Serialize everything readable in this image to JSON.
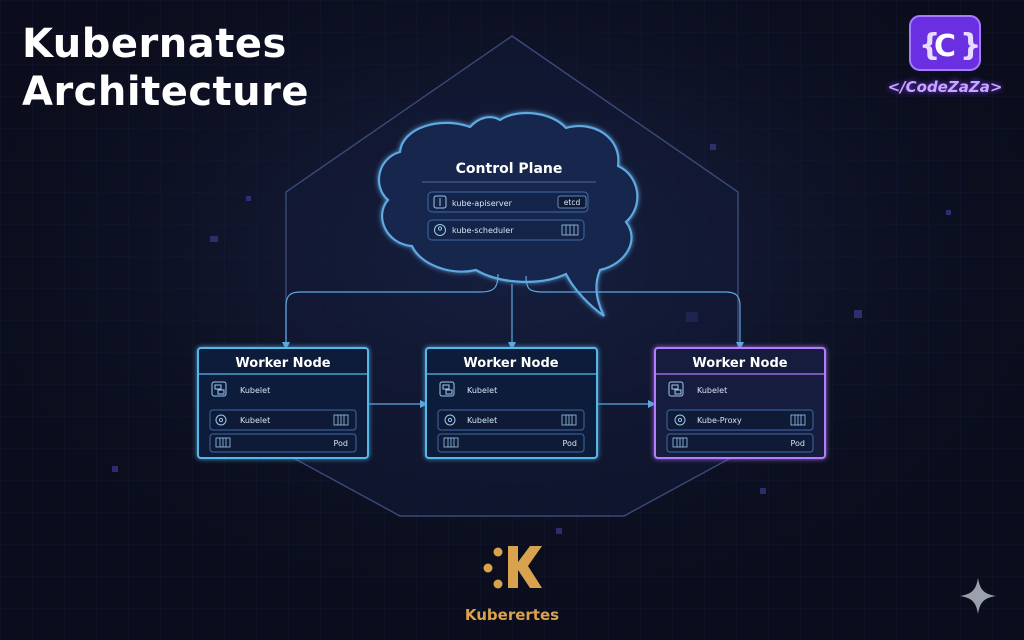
{
  "title_line1": "Kubernates",
  "title_line2": "Architecture",
  "brand": {
    "logo_letter": "C",
    "logo_text": "</CodeZaZa>"
  },
  "control_plane": {
    "title": "Control Plane",
    "row1_label": "kube-apiserver",
    "row1_badge": "etcd",
    "row2_label": "kube-scheduler"
  },
  "worker_nodes": [
    {
      "title": "Worker Node",
      "row1": "Kubelet",
      "row2": "Kubelet",
      "row3": "Pod"
    },
    {
      "title": "Worker Node",
      "row1": "Kubelet",
      "row2": "Kubelet",
      "row3": "Pod"
    },
    {
      "title": "Worker Node",
      "row1": "Kubelet",
      "row2": "Kube-Proxy",
      "row3": "Pod"
    }
  ],
  "footer_label": "Kuberertes",
  "colors": {
    "node_border": "#57b8e8",
    "node_border_highlight": "#b57cff",
    "k_logo": "#d9a24e",
    "brand": "#7d3cff"
  }
}
